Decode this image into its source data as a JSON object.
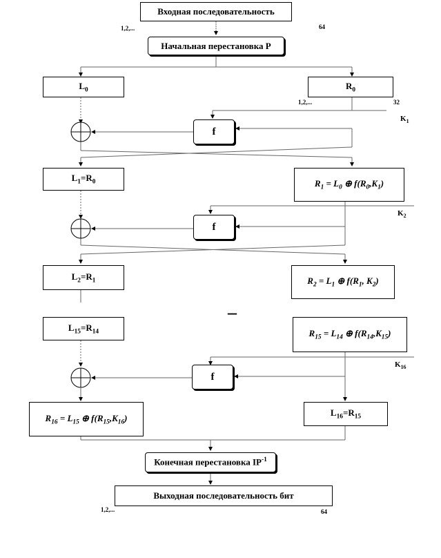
{
  "input_box": "Входная последовательность",
  "initial_perm_box": "Начальная перестановка P",
  "top_range": {
    "start": "1,2,...",
    "end": "64"
  },
  "mid_range": {
    "start": "1,2,...",
    "end": "32"
  },
  "bottom_range": {
    "start": "1,2,...",
    "end": "64"
  },
  "l0": {
    "base": "L",
    "sub": "0"
  },
  "r0": {
    "base": "R",
    "sub": "0"
  },
  "f_label": "f",
  "k1": {
    "base": "K",
    "sub": "1"
  },
  "k2": {
    "base": "K",
    "sub": "2"
  },
  "k16": {
    "base": "K",
    "sub": "16"
  },
  "l1": {
    "base": "L",
    "sub": "1",
    "eq": "=R",
    "rsub": "0"
  },
  "r1": {
    "a": "R",
    "as": "1",
    "eq": " = L",
    "bs": "0",
    "op": " ⊕ f(R",
    "cs": "0",
    "sep": ",K",
    "ds": "1",
    "end": ")"
  },
  "l2": {
    "base": "L",
    "sub": "2",
    "eq": "=R",
    "rsub": "1"
  },
  "r2": {
    "a": "R",
    "as": "2",
    "eq": " = L",
    "bs": "1",
    "op": " ⊕ f(R",
    "cs": "1",
    "sep": ", K",
    "ds": "2",
    "end": ")"
  },
  "dash": "–",
  "l15": {
    "base": "L",
    "sub": "15",
    "eq": "=R",
    "rsub": "14"
  },
  "r15": {
    "a": "R",
    "as": "15",
    "eq": " = L",
    "bs": "14",
    "op": " ⊕ f(R",
    "cs": "14",
    "sep": ",K",
    "ds": "15",
    "end": ")"
  },
  "r16": {
    "a": "R",
    "as": "16",
    "eq": " = L",
    "bs": "15",
    "op": " ⊕ f(R",
    "cs": "15",
    "sep": ",K",
    "ds": "16",
    "end": ")"
  },
  "l16": {
    "base": "L",
    "sub": "16",
    "eq": "=R",
    "rsub": "15"
  },
  "final_perm": {
    "text": "Конечная перестановка IP",
    "sup": "-1"
  },
  "output_box": "Выходная последовательность бит"
}
